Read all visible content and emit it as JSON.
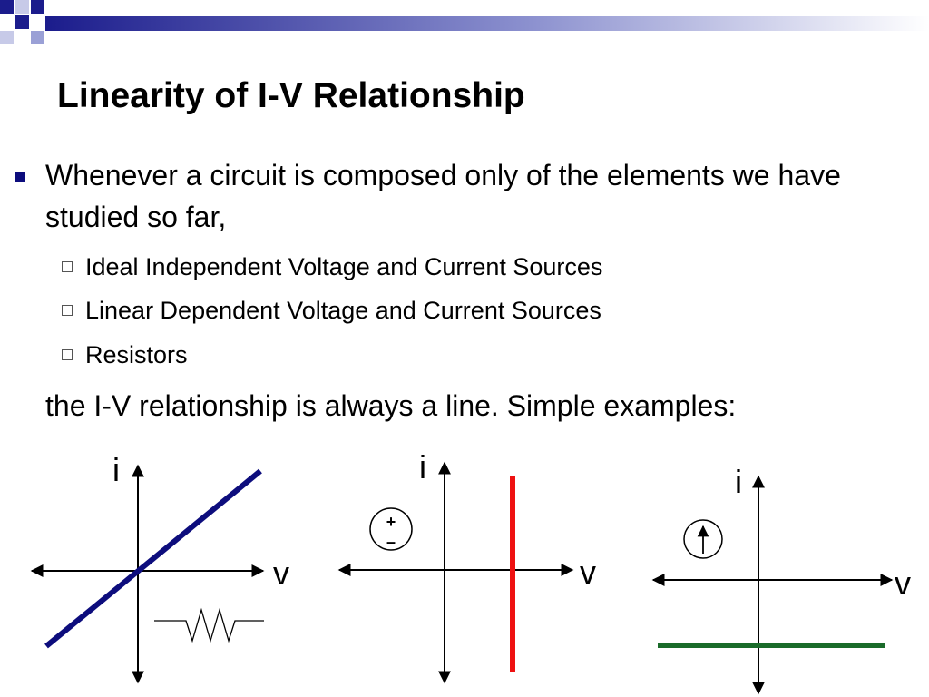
{
  "slide": {
    "title": "Linearity of I-V Relationship",
    "bullet_text": "Whenever a circuit is composed only of the elements we have studied so far,",
    "sub_items": [
      "Ideal Independent Voltage and Current Sources",
      "Linear Dependent Voltage and Current Sources",
      "Resistors"
    ],
    "conclusion": "the I-V relationship is always a line.  Simple examples:"
  },
  "graphs": [
    {
      "element": "resistor-icon",
      "y_axis_label": "i",
      "x_axis_label": "v",
      "line_color": "#0d0d7d"
    },
    {
      "element": "voltage-source-icon",
      "y_axis_label": "i",
      "x_axis_label": "v",
      "line_color": "#ee1111",
      "source_symbols": {
        "plus": "+",
        "minus": "–"
      }
    },
    {
      "element": "current-source-icon",
      "y_axis_label": "i",
      "x_axis_label": "v",
      "line_color": "#1a6b2a"
    }
  ],
  "colors": {
    "bullet": "#0d0d7d",
    "decor_dark": "#1b1c8c",
    "decor_light": "#9aa0d6"
  }
}
